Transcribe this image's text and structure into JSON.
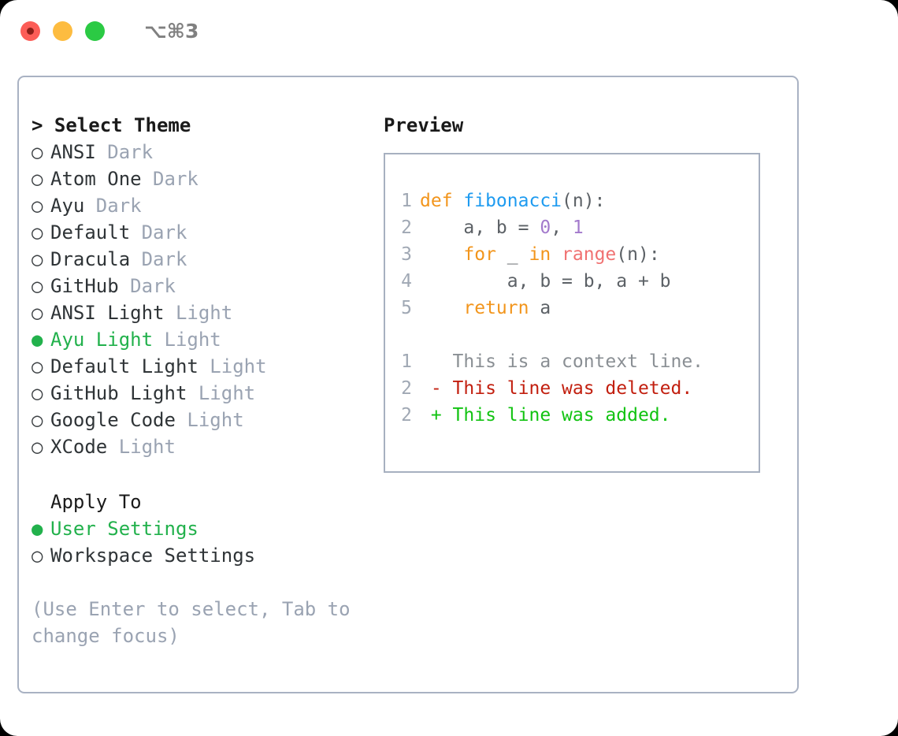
{
  "titlebar": {
    "shortcut": "⌥⌘3",
    "lights": [
      {
        "name": "close",
        "color": "#fc5d57"
      },
      {
        "name": "minimize",
        "color": "#fdbc40"
      },
      {
        "name": "maximize",
        "color": "#2bca44"
      }
    ]
  },
  "theme_list": {
    "heading": "> Select Theme",
    "items": [
      {
        "marker": "○",
        "name": "ANSI",
        "variant": "Dark",
        "selected": false
      },
      {
        "marker": "○",
        "name": "Atom One",
        "variant": "Dark",
        "selected": false
      },
      {
        "marker": "○",
        "name": "Ayu",
        "variant": "Dark",
        "selected": false
      },
      {
        "marker": "○",
        "name": "Default",
        "variant": "Dark",
        "selected": false
      },
      {
        "marker": "○",
        "name": "Dracula",
        "variant": "Dark",
        "selected": false
      },
      {
        "marker": "○",
        "name": "GitHub",
        "variant": "Dark",
        "selected": false
      },
      {
        "marker": "○",
        "name": "ANSI Light",
        "variant": "Light",
        "selected": false
      },
      {
        "marker": "●",
        "name": "Ayu Light",
        "variant": "Light",
        "selected": true
      },
      {
        "marker": "○",
        "name": "Default Light",
        "variant": "Light",
        "selected": false
      },
      {
        "marker": "○",
        "name": "GitHub Light",
        "variant": "Light",
        "selected": false
      },
      {
        "marker": "○",
        "name": "Google Code",
        "variant": "Light",
        "selected": false
      },
      {
        "marker": "○",
        "name": "XCode",
        "variant": "Light",
        "selected": false
      }
    ]
  },
  "apply_to": {
    "title": "Apply To",
    "items": [
      {
        "marker": "●",
        "name": "User Settings",
        "selected": true
      },
      {
        "marker": "○",
        "name": "Workspace Settings",
        "selected": false
      }
    ]
  },
  "hint": "(Use Enter to select, Tab to change focus)",
  "preview": {
    "title": "Preview",
    "code_lines": [
      {
        "number": "1",
        "tokens": [
          {
            "text": "def ",
            "type": "kw"
          },
          {
            "text": "fibonacci",
            "type": "fn"
          },
          {
            "text": "(n):",
            "type": "txt"
          }
        ]
      },
      {
        "number": "2",
        "tokens": [
          {
            "text": "    a, b = ",
            "type": "txt"
          },
          {
            "text": "0",
            "type": "num"
          },
          {
            "text": ", ",
            "type": "txt"
          },
          {
            "text": "1",
            "type": "num"
          }
        ]
      },
      {
        "number": "3",
        "tokens": [
          {
            "text": "    ",
            "type": "txt"
          },
          {
            "text": "for",
            "type": "kw"
          },
          {
            "text": " _ ",
            "type": "txt"
          },
          {
            "text": "in",
            "type": "kw"
          },
          {
            "text": " ",
            "type": "txt"
          },
          {
            "text": "range",
            "type": "call"
          },
          {
            "text": "(n):",
            "type": "txt"
          }
        ]
      },
      {
        "number": "4",
        "tokens": [
          {
            "text": "        a, b = b, a + b",
            "type": "txt"
          }
        ]
      },
      {
        "number": "5",
        "tokens": [
          {
            "text": "    ",
            "type": "txt"
          },
          {
            "text": "return",
            "type": "kw"
          },
          {
            "text": " a",
            "type": "txt"
          }
        ]
      }
    ],
    "diff_lines": [
      {
        "number": "1",
        "sign": " ",
        "text": "This is a context line.",
        "kind": "context"
      },
      {
        "number": "2",
        "sign": "-",
        "text": "This line was deleted.",
        "kind": "deleted"
      },
      {
        "number": "2",
        "sign": "+",
        "text": "This line was added.",
        "kind": "added"
      }
    ]
  },
  "colors": {
    "accent_green": "#22b14c",
    "muted": "#9aa3b2",
    "border": "#a7b0c0",
    "keyword": "#f2951c",
    "function": "#1e9bf0",
    "number": "#a37acc",
    "call": "#f07171",
    "diff_added": "#12c312",
    "diff_deleted": "#c21f0f"
  }
}
